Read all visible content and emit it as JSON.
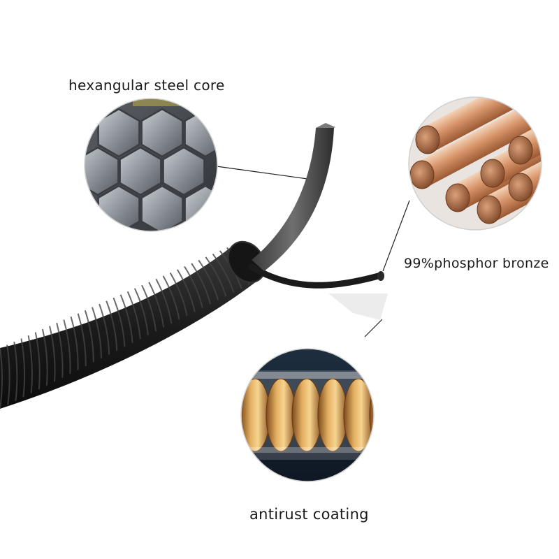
{
  "labels": {
    "steel_core": "hexangular steel core",
    "phosphor_bronze": "99%phosphor bronze",
    "antirust_coating": "antirust coating"
  },
  "colors": {
    "cable": "#1d1d1d",
    "steel": "#8a9097",
    "bronze": "#c07a4f",
    "copper_coil": "#c98d45"
  }
}
